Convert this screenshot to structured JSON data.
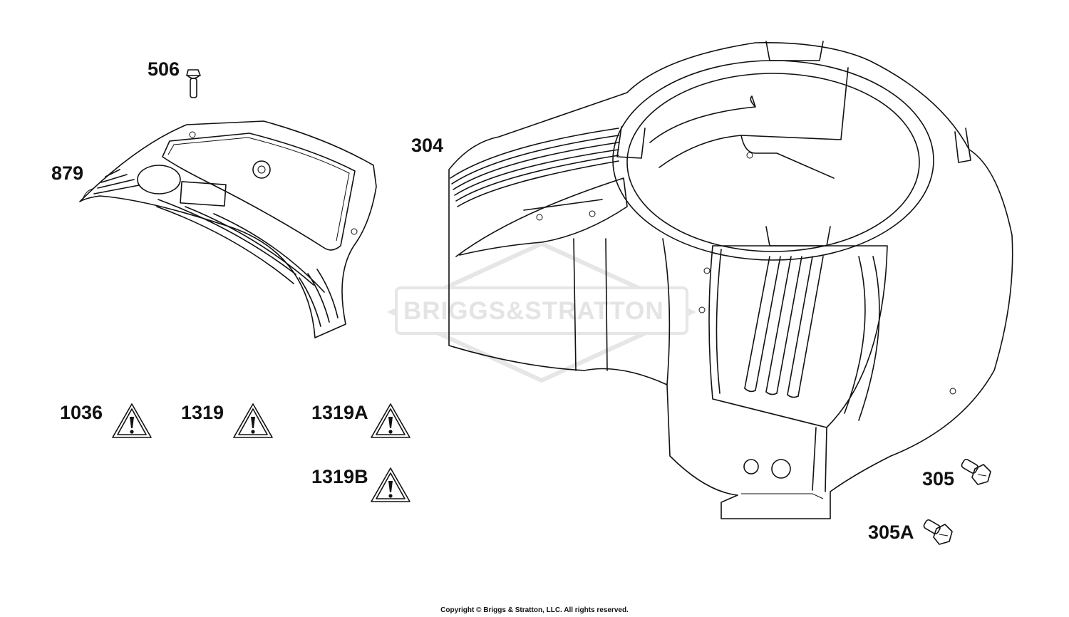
{
  "watermark": "BRIGGS&STRATTON",
  "parts": [
    {
      "id": "506",
      "label": "506"
    },
    {
      "id": "879",
      "label": "879"
    },
    {
      "id": "304",
      "label": "304"
    },
    {
      "id": "1036",
      "label": "1036"
    },
    {
      "id": "1319",
      "label": "1319"
    },
    {
      "id": "1319A",
      "label": "1319A"
    },
    {
      "id": "1319B",
      "label": "1319B"
    },
    {
      "id": "305",
      "label": "305"
    },
    {
      "id": "305A",
      "label": "305A"
    }
  ],
  "warning_icon": "warning-triangle-icon",
  "copyright": "Copyright © Briggs & Stratton, LLC. All rights reserved."
}
